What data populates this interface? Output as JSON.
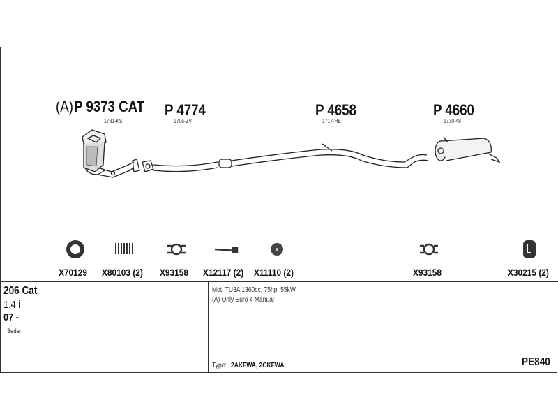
{
  "parts": [
    {
      "prefix": "(A)",
      "number": "P 9373 CAT",
      "ref": "1731-KS"
    },
    {
      "number": "P 4774",
      "ref": "1705-ZV"
    },
    {
      "number": "P 4658",
      "ref": "1717-HE"
    },
    {
      "number": "P 4660",
      "ref": "1730-48"
    }
  ],
  "accessories": [
    {
      "code": "X70129",
      "icon": "gasket-ring-icon"
    },
    {
      "code": "X80103 (2)",
      "icon": "spring-icon"
    },
    {
      "code": "X93158",
      "icon": "clamp-icon"
    },
    {
      "code": "X12117 (2)",
      "icon": "bolt-icon"
    },
    {
      "code": "X11110 (2)",
      "icon": "washer-icon"
    },
    {
      "code": "X93158",
      "icon": "clamp-icon"
    },
    {
      "code": "X30215 (2)",
      "icon": "rubber-hanger-icon"
    }
  ],
  "vehicle": {
    "model": "206 Cat",
    "engine": "1.4 i",
    "year": "07 -",
    "body": "Sedan"
  },
  "notes": {
    "line1": "Mot. TU3A 1360cc, 75hp, 55kW",
    "line2": "(A) Only Euro 4 Manual",
    "type_label": "Type:",
    "type_value": "2AKFWA, 2CKFWA"
  },
  "system_code": "PE840"
}
